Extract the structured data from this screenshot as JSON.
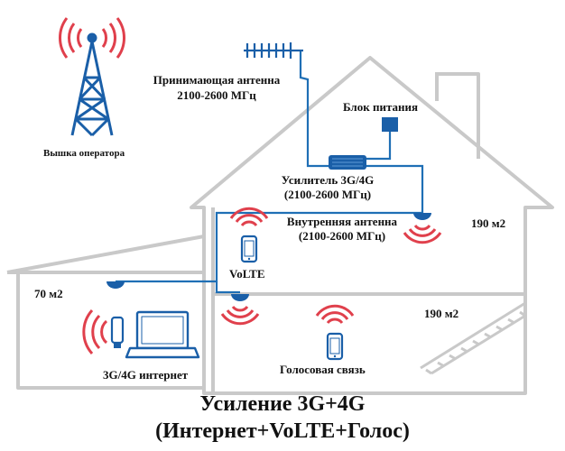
{
  "colors": {
    "house_stroke": "#c9c9c9",
    "cable": "#1f6fb5",
    "device_blue": "#1a5fa8",
    "signal_red": "#e0404c",
    "tower": "#1a5fa8",
    "text": "#111111"
  },
  "icons": {
    "tower": "cell-tower-icon",
    "antenna": "yagi-antenna-icon",
    "power": "power-supply-icon",
    "amplifier": "amplifier-icon",
    "ceiling_antenna": "ceiling-antenna-icon",
    "phone": "smartphone-icon",
    "laptop": "laptop-icon",
    "modem": "usb-modem-icon",
    "signal": "signal-waves-icon"
  },
  "labels": {
    "tower": "Вышка оператора",
    "receiving_antenna_line1": "Принимающая антенна",
    "receiving_antenna_line2": "2100-2600 МГц",
    "power_supply": "Блок питания",
    "amplifier_line1": "Усилитель 3G/4G",
    "amplifier_line2": "(2100-2600 МГц)",
    "indoor_antenna_line1": "Внутренняя антенна",
    "indoor_antenna_line2": "(2100-2600 МГц)",
    "area_upper": "190 м2",
    "area_lower": "190 м2",
    "area_annex": "70 м2",
    "volte": "VoLTE",
    "internet": "3G/4G интернет",
    "voice": "Голосовая связь"
  },
  "caption": {
    "line1": "Усиление 3G+4G",
    "line2": "(Интернет+VoLTE+Голос)"
  }
}
